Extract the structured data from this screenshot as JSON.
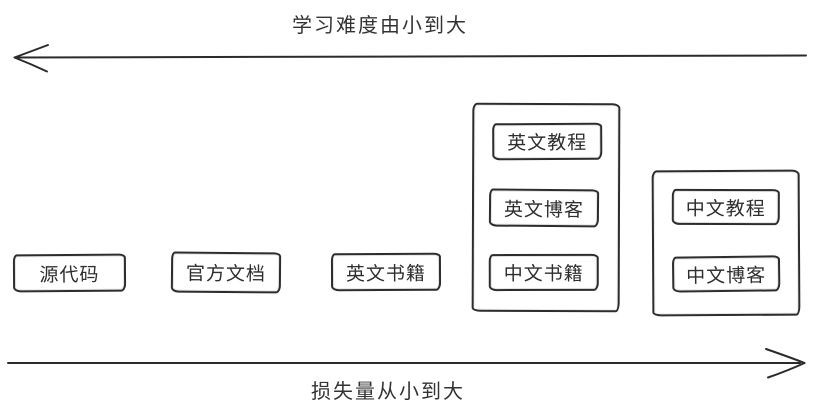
{
  "diagram": {
    "top_axis": {
      "label": "学习难度由小到大",
      "direction": "left"
    },
    "bottom_axis": {
      "label": "损失量从小到大",
      "direction": "right"
    },
    "standalone_boxes": [
      {
        "label": "源代码"
      },
      {
        "label": "官方文档"
      },
      {
        "label": "英文书籍"
      }
    ],
    "group_english": {
      "items": [
        {
          "label": "英文教程"
        },
        {
          "label": "英文博客"
        },
        {
          "label": "中文书籍"
        }
      ]
    },
    "group_chinese": {
      "items": [
        {
          "label": "中文教程"
        },
        {
          "label": "中文博客"
        }
      ]
    },
    "colors": {
      "stroke": "#2d2d2d",
      "text": "#333333",
      "background": "#ffffff"
    }
  }
}
